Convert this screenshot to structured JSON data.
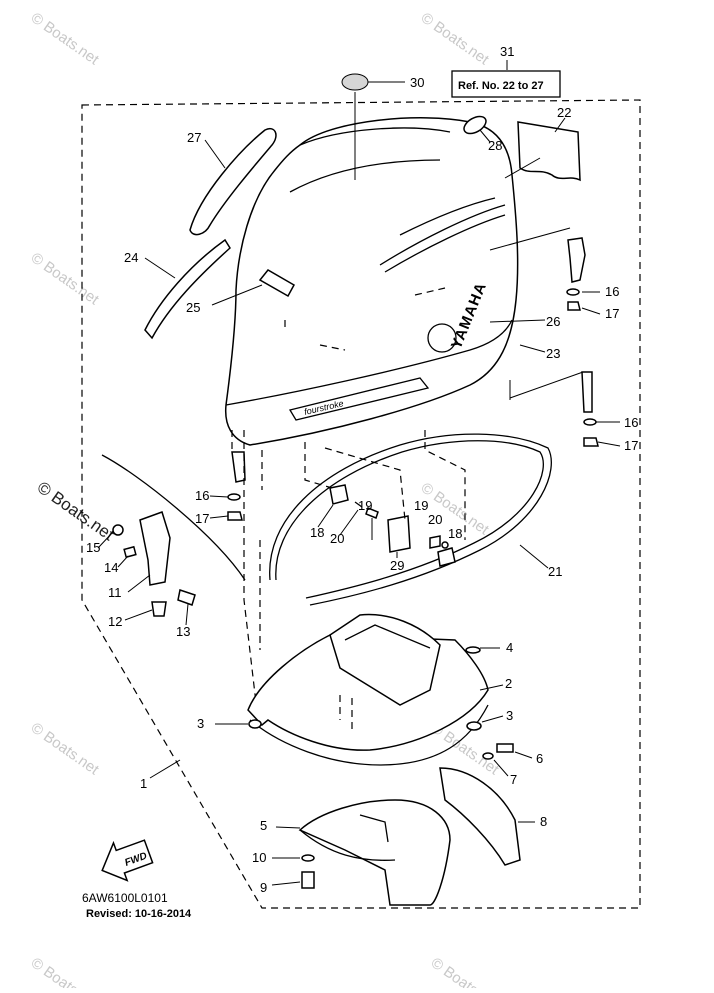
{
  "watermark": "© Boats.net",
  "ref_box": "Ref. No. 22 to 27",
  "diagram_code": "6AW6100L0101",
  "revised": "Revised: 10-16-2014",
  "fwd_label": "FWD",
  "brand_text": "YAMAHA",
  "script_text": "fourstroke",
  "callouts": [
    "1",
    "2",
    "3",
    "3",
    "4",
    "5",
    "6",
    "7",
    "8",
    "9",
    "10",
    "11",
    "12",
    "13",
    "14",
    "15",
    "16",
    "16",
    "16",
    "17",
    "17",
    "17",
    "18",
    "18",
    "19",
    "19",
    "20",
    "20",
    "21",
    "22",
    "23",
    "24",
    "25",
    "26",
    "27",
    "28",
    "29",
    "30",
    "31"
  ]
}
